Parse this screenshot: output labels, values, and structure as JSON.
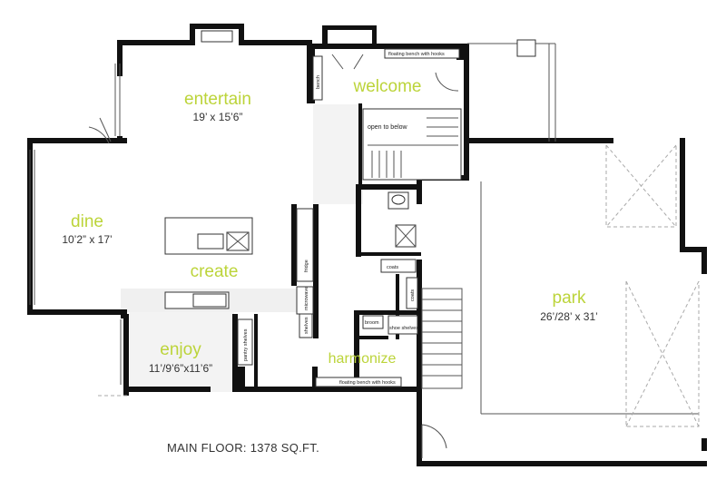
{
  "caption": "MAIN FLOOR: 1378 SQ.FT.",
  "rooms": {
    "entertain": {
      "name": "entertain",
      "dims": "19’ x 15’6”"
    },
    "welcome": {
      "name": "welcome"
    },
    "dine": {
      "name": "dine",
      "dims": "10’2” x 17’"
    },
    "create": {
      "name": "create"
    },
    "enjoy": {
      "name": "enjoy",
      "dims": "11’/9’6”x11’6”"
    },
    "harmonize": {
      "name": "harmonize"
    },
    "park": {
      "name": "park",
      "dims": "26’/28’ x 31’"
    }
  },
  "labels": {
    "floating_bench_top": "floating bench with hooks",
    "floating_bench_bottom": "floating bench with hooks",
    "bench": "bench",
    "open_to_below": "open to below",
    "fridge": "fridge",
    "microwave": "microwave",
    "coats_1": "coats",
    "coats_2": "coats",
    "broom": "broom",
    "shoe_shelves": "shoe shelves",
    "pantry_shelves": "pantry shelves",
    "shelves": "shelves"
  },
  "colors": {
    "room_name": "#bcd43a",
    "wall": "#111111",
    "text": "#333333"
  }
}
